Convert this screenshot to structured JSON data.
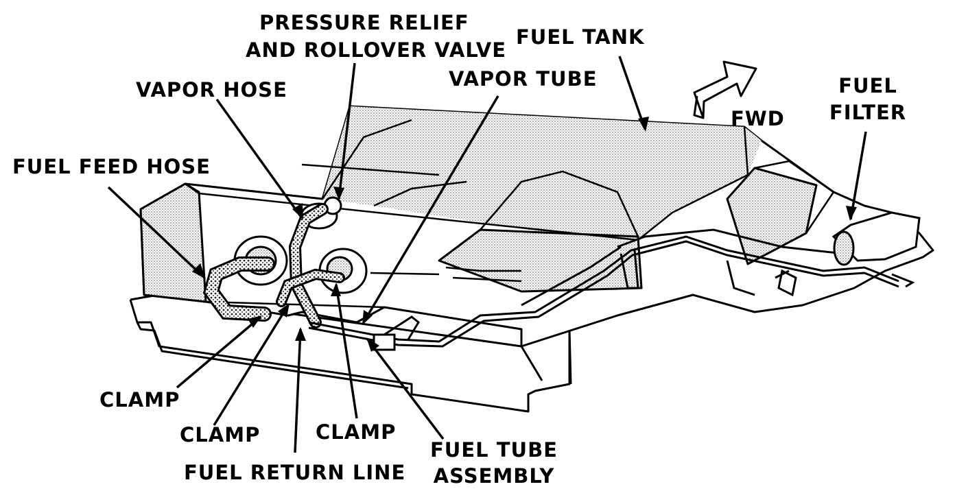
{
  "labels": {
    "pressure_relief_line1": "PRESSURE RELIEF",
    "pressure_relief_line2": "AND ROLLOVER VALVE",
    "fuel_tank": "FUEL TANK",
    "vapor_hose": "VAPOR HOSE",
    "vapor_tube": "VAPOR TUBE",
    "fuel_filter_line1": "FUEL",
    "fuel_filter_line2": "FILTER",
    "fwd": "FWD",
    "fuel_feed_hose": "FUEL FEED HOSE",
    "clamp_1": "CLAMP",
    "clamp_2": "CLAMP",
    "clamp_3": "CLAMP",
    "fuel_return_line": "FUEL RETURN LINE",
    "fuel_tube_line1": "FUEL TUBE",
    "fuel_tube_line2": "ASSEMBLY"
  },
  "colors": {
    "ink": "#000000",
    "stipple": "#9a9a9a",
    "paper": "#ffffff"
  }
}
